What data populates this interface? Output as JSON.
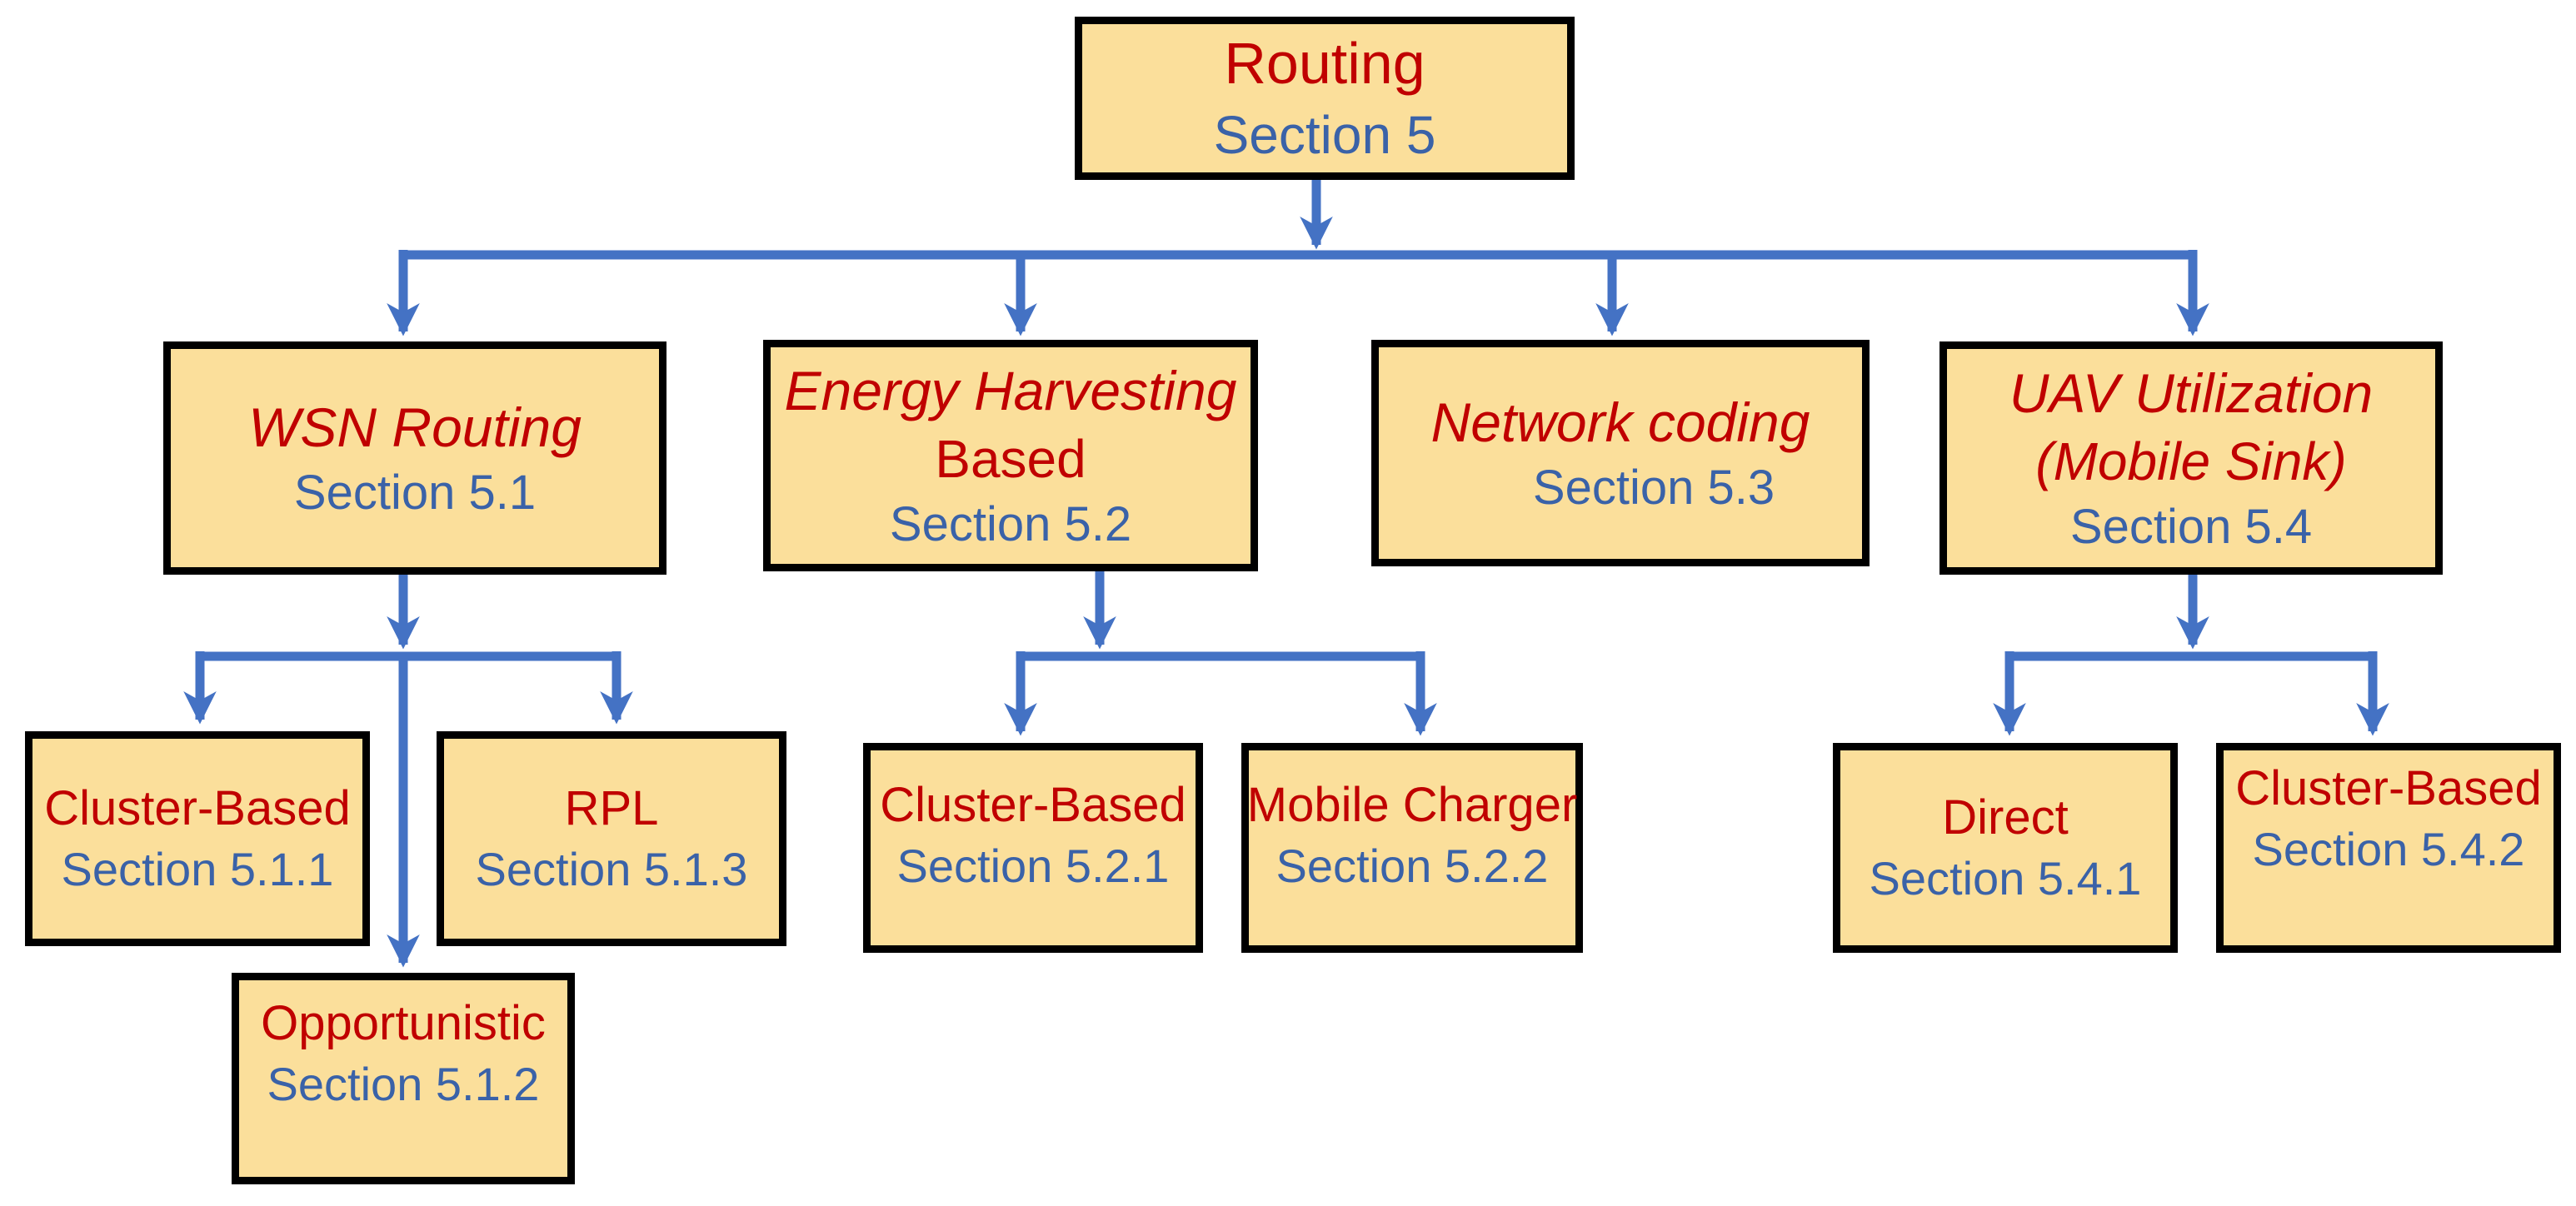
{
  "diagram": {
    "colors": {
      "box_fill": "#FBDF9B",
      "box_border": "#000000",
      "title_red": "#C00000",
      "section_blue": "#3A62A8",
      "arrow_blue": "#4472C4"
    },
    "nodes": {
      "routing": {
        "title": "Routing",
        "section": "Section 5"
      },
      "wsn": {
        "title": "WSN Routing",
        "section": "Section 5.1"
      },
      "energy": {
        "title": "Energy Harvesting",
        "title2": "Based",
        "section": "Section 5.2"
      },
      "network": {
        "title": "Network coding",
        "section": "Section 5.3"
      },
      "uav": {
        "title": "UAV Utilization",
        "title2": "(Mobile Sink)",
        "section": "Section 5.4"
      },
      "cluster511": {
        "title": "Cluster-Based",
        "section": "Section 5.1.1"
      },
      "opportunistic": {
        "title": "Opportunistic",
        "section": "Section 5.1.2"
      },
      "rpl": {
        "title": "RPL",
        "section": "Section 5.1.3"
      },
      "cluster521": {
        "title": "Cluster-Based",
        "section": "Section 5.2.1"
      },
      "mobilecharger": {
        "title": "Mobile Charger",
        "section": "Section 5.2.2"
      },
      "direct": {
        "title": "Direct",
        "section": "Section 5.4.1"
      },
      "cluster542": {
        "title": "Cluster-Based",
        "section": "Section 5.4.2"
      }
    },
    "edges": [
      [
        "routing",
        "wsn"
      ],
      [
        "routing",
        "energy"
      ],
      [
        "routing",
        "network"
      ],
      [
        "routing",
        "uav"
      ],
      [
        "wsn",
        "cluster511"
      ],
      [
        "wsn",
        "opportunistic"
      ],
      [
        "wsn",
        "rpl"
      ],
      [
        "energy",
        "cluster521"
      ],
      [
        "energy",
        "mobilecharger"
      ],
      [
        "uav",
        "direct"
      ],
      [
        "uav",
        "cluster542"
      ]
    ]
  }
}
